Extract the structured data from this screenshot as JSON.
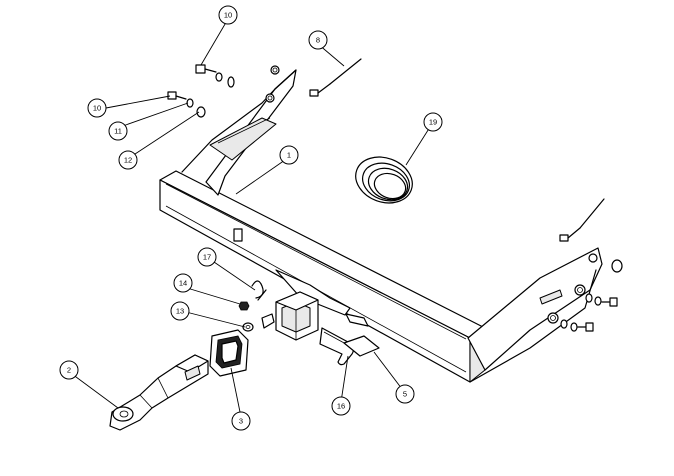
{
  "balloons": [
    {
      "id": "b10a",
      "label": "10"
    },
    {
      "id": "b8",
      "label": "8"
    },
    {
      "id": "b10b",
      "label": "10"
    },
    {
      "id": "b11",
      "label": "11"
    },
    {
      "id": "b12",
      "label": "12"
    },
    {
      "id": "b1",
      "label": "1"
    },
    {
      "id": "b19",
      "label": "19"
    },
    {
      "id": "b17",
      "label": "17"
    },
    {
      "id": "b14",
      "label": "14"
    },
    {
      "id": "b13",
      "label": "13"
    },
    {
      "id": "b2",
      "label": "2"
    },
    {
      "id": "b3",
      "label": "3"
    },
    {
      "id": "b16",
      "label": "16"
    },
    {
      "id": "b5",
      "label": "5"
    }
  ]
}
